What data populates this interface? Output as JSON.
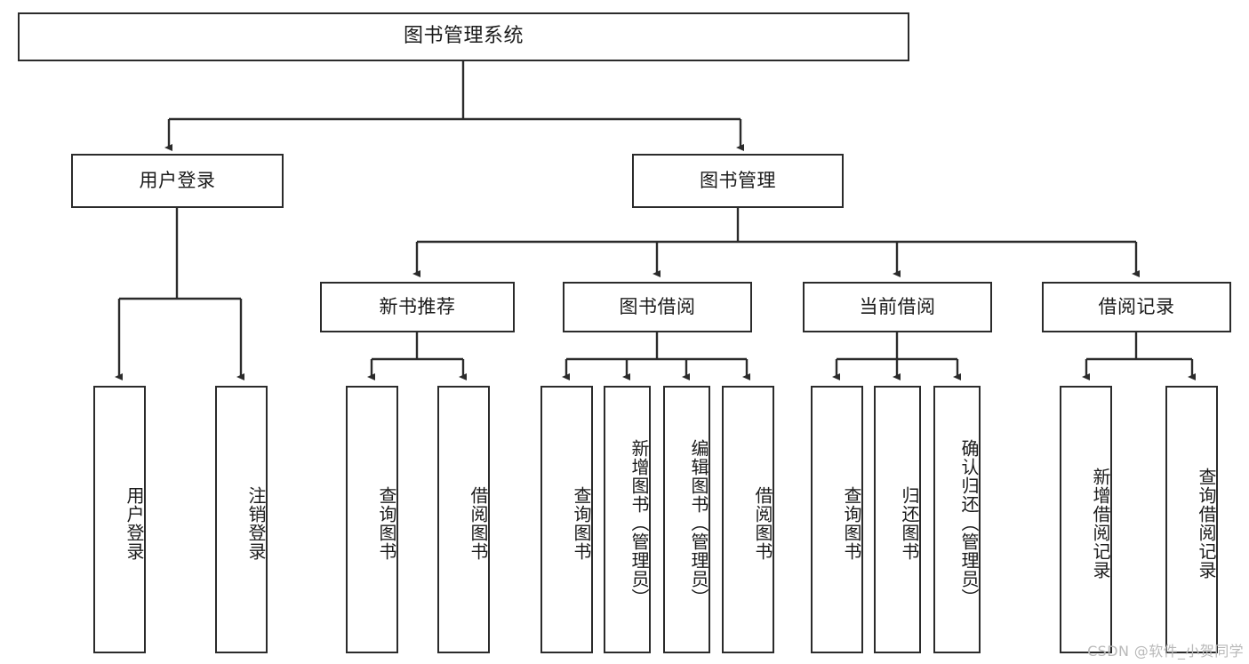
{
  "diagram": {
    "title_node": {
      "label": "图书管理系统"
    },
    "level1": [
      {
        "id": "user-login",
        "label": "用户登录"
      },
      {
        "id": "book-manage",
        "label": "图书管理"
      }
    ],
    "level2": [
      {
        "id": "new-book-rec",
        "label": "新书推荐"
      },
      {
        "id": "book-borrow",
        "label": "图书借阅"
      },
      {
        "id": "current-borrow",
        "label": "当前借阅"
      },
      {
        "id": "borrow-record",
        "label": "借阅记录"
      }
    ],
    "leaves": [
      {
        "id": "leaf-user-login",
        "label": "用户登录"
      },
      {
        "id": "leaf-logout-login",
        "label": "注销登录"
      },
      {
        "id": "leaf-query-book-1",
        "label": "查询图书"
      },
      {
        "id": "leaf-borrow-book-1",
        "label": "借阅图书"
      },
      {
        "id": "leaf-query-book-2",
        "label": "查询图书"
      },
      {
        "id": "leaf-add-book",
        "label": "新增图书（管理员）"
      },
      {
        "id": "leaf-edit-book",
        "label": "编辑图书（管理员）"
      },
      {
        "id": "leaf-borrow-book-2",
        "label": "借阅图书"
      },
      {
        "id": "leaf-query-book-3",
        "label": "查询图书"
      },
      {
        "id": "leaf-return-book",
        "label": "归还图书"
      },
      {
        "id": "leaf-confirm-return",
        "label": "确认归还（管理员）"
      },
      {
        "id": "leaf-add-record",
        "label": "新增借阅记录"
      },
      {
        "id": "leaf-query-record",
        "label": "查询借阅记录"
      }
    ],
    "watermark": "CSDN @软件_小贺同学",
    "colors": {
      "stroke": "#2b2b2b",
      "fill": "#ffffff",
      "text": "#1b1b1b",
      "watermark": "#b9b9b9"
    }
  }
}
